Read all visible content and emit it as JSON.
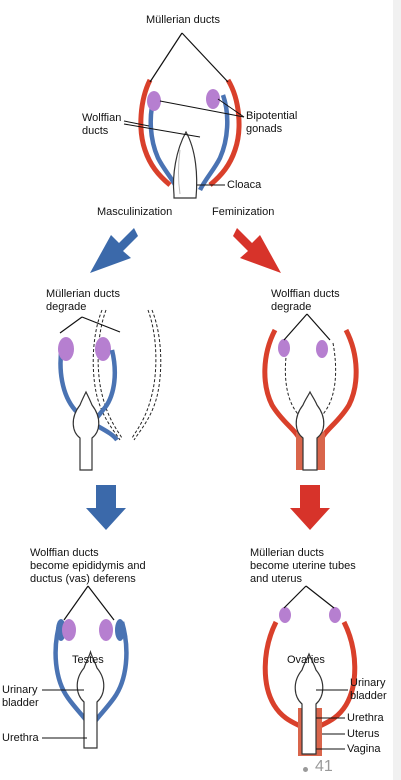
{
  "colors": {
    "male_blue": "#4a73b3",
    "female_red": "#d9402b",
    "gonad_purple": "#b67fd0",
    "arrow_blue": "#3b69aa",
    "arrow_red": "#d7332a",
    "fill_red": "#d9654b"
  },
  "top": {
    "mullerian_ducts": "Müllerian ducts",
    "wolffian_ducts": "Wolffian\nducts",
    "bipotential_gonads": "Bipotential\ngonads",
    "cloaca": "Cloaca"
  },
  "pathway": {
    "masculinization": "Masculinization",
    "feminization": "Feminization"
  },
  "male_stage1": {
    "caption": "Müllerian ducts\ndegrade"
  },
  "female_stage1": {
    "caption": "Wolffian ducts\ndegrade"
  },
  "male_stage2": {
    "caption": "Wolffian ducts\nbecome epididymis and\nductus (vas) deferens",
    "testes": "Testes",
    "urinary_bladder": "Urinary\nbladder",
    "urethra": "Urethra"
  },
  "female_stage2": {
    "caption": "Müllerian ducts\nbecome uterine tubes\nand uterus",
    "ovaries": "Ovaries",
    "urinary_bladder": "Urinary\nbladder",
    "urethra": "Urethra",
    "uterus": "Uterus",
    "vagina": "Vagina"
  },
  "page_number": "41"
}
